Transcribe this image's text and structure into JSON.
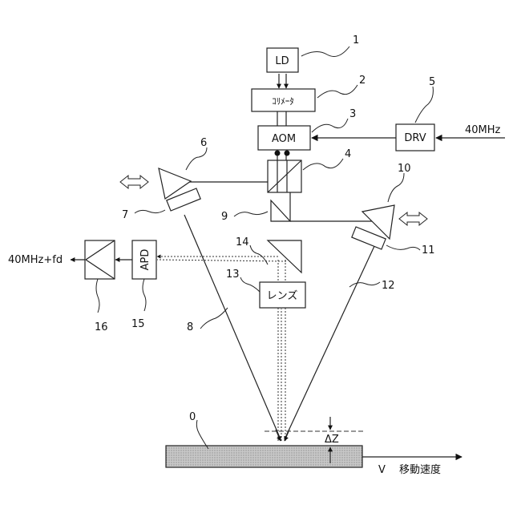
{
  "labels": {
    "ld": "LD",
    "collimator": "ｺﾘﾒｰﾀ",
    "aom": "AOM",
    "drv": "DRV",
    "drv_input": "40MHz",
    "apd": "APD",
    "output": "40MHz+fd",
    "lens": "レンズ",
    "delta_z": "ΔZ",
    "velocity_symbol": "V",
    "velocity_text": "移動速度"
  },
  "numbers": {
    "n0": "0",
    "n1": "1",
    "n2": "2",
    "n3": "3",
    "n4": "4",
    "n5": "5",
    "n6": "6",
    "n7": "7",
    "n8": "8",
    "n9": "9",
    "n10": "10",
    "n11": "11",
    "n12": "12",
    "n13": "13",
    "n14": "14",
    "n15": "15",
    "n16": "16"
  }
}
